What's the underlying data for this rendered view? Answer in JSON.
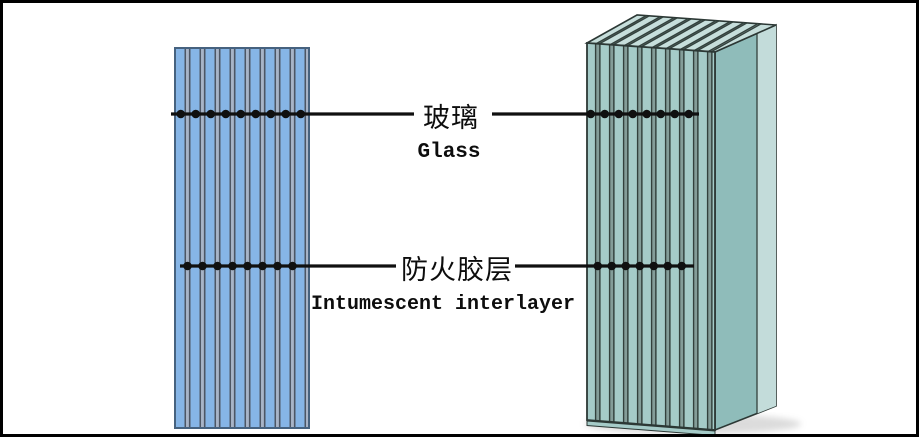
{
  "figure": {
    "type": "technical-diagram",
    "subject": "laminated fireproof glass construction",
    "background": "#ffffff",
    "frame_color": "#000000"
  },
  "labels": {
    "glass_zh": "玻璃",
    "glass_en": "Glass",
    "interlayer_zh": "防火胶层",
    "interlayer_en": "Intumescent interlayer"
  },
  "colors": {
    "line": "#101010",
    "dot": "#101010",
    "left_block": {
      "pane": "#86b5e6",
      "stripe_dark": "#4d5664",
      "stripe_light": "#a9b4c6",
      "border": "#46627f"
    },
    "right_block": {
      "pane": "#a5cbc8",
      "stripe_dark": "#33413d",
      "stripe_light": "#849d99",
      "side_face": "#8fbcba",
      "side_edge_light": "#c3dcda",
      "top_face": "#c6dedb",
      "outline": "#2c3835"
    },
    "shadow": "#9a9a9a"
  },
  "structure": {
    "left_block": {
      "glass_panes": 10,
      "interlayers": 9,
      "glass_dots": 9,
      "interlayer_dots": 8
    },
    "right_block": {
      "glass_panes": 9,
      "interlayers": 9,
      "glass_dots": 8,
      "interlayer_dots": 7
    }
  }
}
